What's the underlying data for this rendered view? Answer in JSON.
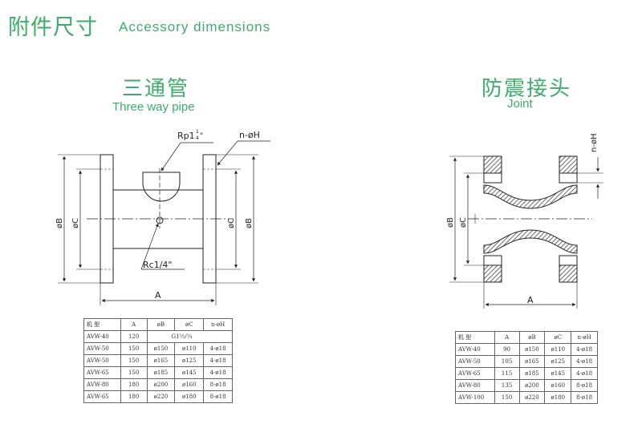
{
  "header": {
    "title_cn": "附件尺寸",
    "title_en": "Accessory dimensions"
  },
  "colors": {
    "accent": "#3cae6a",
    "line": "#222222",
    "rubber_pattern": "#6a6a6a"
  },
  "three_way": {
    "title_cn": "三通管",
    "title_en": "Three way pipe",
    "labels": {
      "rp_top": "Rp1",
      "rp_frac_n": "1",
      "rp_frac_d": "4",
      "rp_quote": "\"",
      "holes": "n-øH",
      "rc": "Rc1/4\"",
      "dim_a": "A",
      "dim_b": "øB",
      "dim_c": "øC"
    },
    "table": {
      "headers": [
        "机  型",
        "A",
        "øB",
        "øC",
        "n-øH"
      ],
      "rows": [
        [
          "AVW-40",
          "120",
          "G1½/¼",
          "",
          ""
        ],
        [
          "AVW-50",
          "150",
          "ø150",
          "ø110",
          "4-ø18"
        ],
        [
          "AVW-50",
          "150",
          "ø165",
          "ø125",
          "4-ø18"
        ],
        [
          "AVW-65",
          "150",
          "ø185",
          "ø145",
          "4-ø18"
        ],
        [
          "AVW-80",
          "180",
          "ø200",
          "ø160",
          "8-ø18"
        ],
        [
          "AVW-65",
          "180",
          "ø220",
          "ø180",
          "8-ø18"
        ]
      ]
    }
  },
  "joint": {
    "title_cn": "防震接头",
    "title_en": "Joint",
    "labels": {
      "holes": "n-øH",
      "dim_a": "A",
      "dim_b": "øB",
      "dim_c": "øC"
    },
    "table": {
      "headers": [
        "机      型",
        "A",
        "øB",
        "øC",
        "n-øH"
      ],
      "rows": [
        [
          "AVW-40",
          "90",
          "ø150",
          "ø110",
          "4-ø18"
        ],
        [
          "AVW-50",
          "105",
          "ø165",
          "ø125",
          "4-ø18"
        ],
        [
          "AVW-65",
          "115",
          "ø185",
          "ø145",
          "4-ø18"
        ],
        [
          "AVW-80",
          "135",
          "ø200",
          "ø160",
          "8-ø18"
        ],
        [
          "AVW-100",
          "150",
          "ø220",
          "ø180",
          "8-ø18"
        ]
      ]
    }
  }
}
